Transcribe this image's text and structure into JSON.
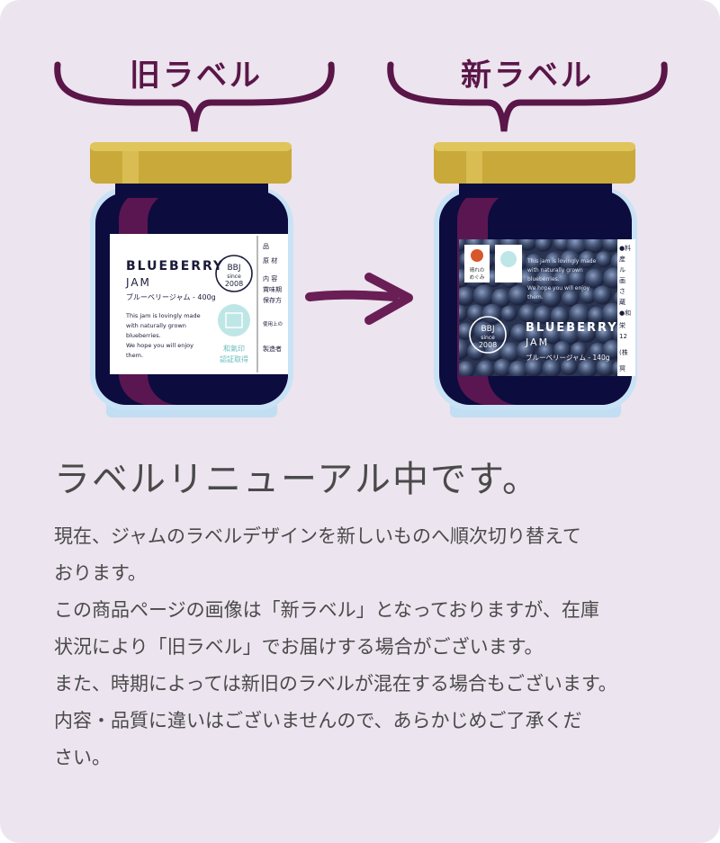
{
  "old_label": {
    "heading": "旧ラベル",
    "brand_line1": "BLUEBERRY",
    "brand_line2": "JAM",
    "product": "ブルーベリージャム - 400g",
    "desc": [
      "This jam is lovingly made",
      "with naturally grown",
      "blueberries.",
      "We hope you will enjoy",
      "them."
    ],
    "badge_lines": [
      "BBJ",
      "since",
      "2008"
    ],
    "stamp_lines": [
      "和氣印",
      "認証取得"
    ],
    "side_info": [
      "品",
      "原 材",
      "内 容",
      "賞味期",
      "保存方",
      "使用上の",
      "製造者"
    ]
  },
  "new_label": {
    "heading": "新ラベル",
    "brand_line1": "BLUEBERRY",
    "brand_line2": "JAM",
    "product": "ブルーベリージャム - 140g",
    "desc": [
      "This jam is lovingly made",
      "with naturally grown",
      "blueberries.",
      "We hope you will enjoy",
      "them."
    ],
    "badge_lines": [
      "BBJ",
      "since",
      "2008"
    ],
    "logo_lines": [
      "晴れの",
      "めぐみ"
    ],
    "side_info": [
      "●料",
      "産",
      "ル",
      "画",
      "さ",
      "蔵",
      "●和",
      "栄",
      "12",
      "(株",
      "冥"
    ]
  },
  "headline": "ラベルリニューアル中です。",
  "paragraphs": [
    "現在、ジャムのラベルデザインを新しいものへ順次切り替えて",
    "おります。",
    "この商品ページの画像は「新ラベル」となっておりますが、在庫",
    "状況により「旧ラベル」でお届けする場合がございます。",
    "また、時期によっては新旧のラベルが混在する場合もございます。",
    "内容・品質に違いはございませんので、あらかじめご了承くだ",
    "さい。"
  ],
  "colors": {
    "background": "#ece4ee",
    "heading": "#5a1648",
    "jar_dark": "#0c0c3e",
    "jar_purple": "#5a1650",
    "lid": "#c9a93a",
    "text": "#4a4a4a"
  }
}
